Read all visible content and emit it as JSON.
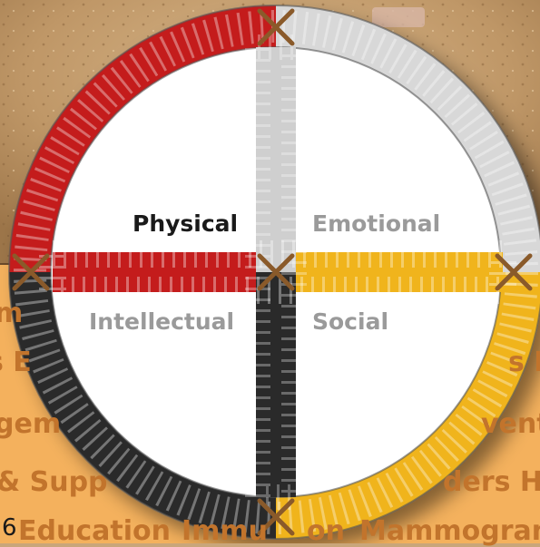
{
  "quadrants": [
    {
      "label": "Physical",
      "color": "#1a1a1a"
    },
    {
      "label": "Emotional",
      "color": "#9a9a9a"
    },
    {
      "label": "Intellectual",
      "color": "#9a9a9a"
    },
    {
      "label": "Social",
      "color": "#9a9a9a"
    }
  ],
  "ring_colors": {
    "red": "#c41e1e",
    "white": "#d8d8d8",
    "yellow": "#f0b41c",
    "black": "#2a2a2a"
  },
  "background_text": {
    "rows": [
      "m",
      "s E",
      "s I",
      "gem",
      "vent",
      "& Supp",
      "ders  He"
    ],
    "bottom_left": "Education",
    "bottom_mid": "Immu",
    "bottom_mid2": "on",
    "bottom_right": "Mammogram"
  },
  "page_number": "6"
}
